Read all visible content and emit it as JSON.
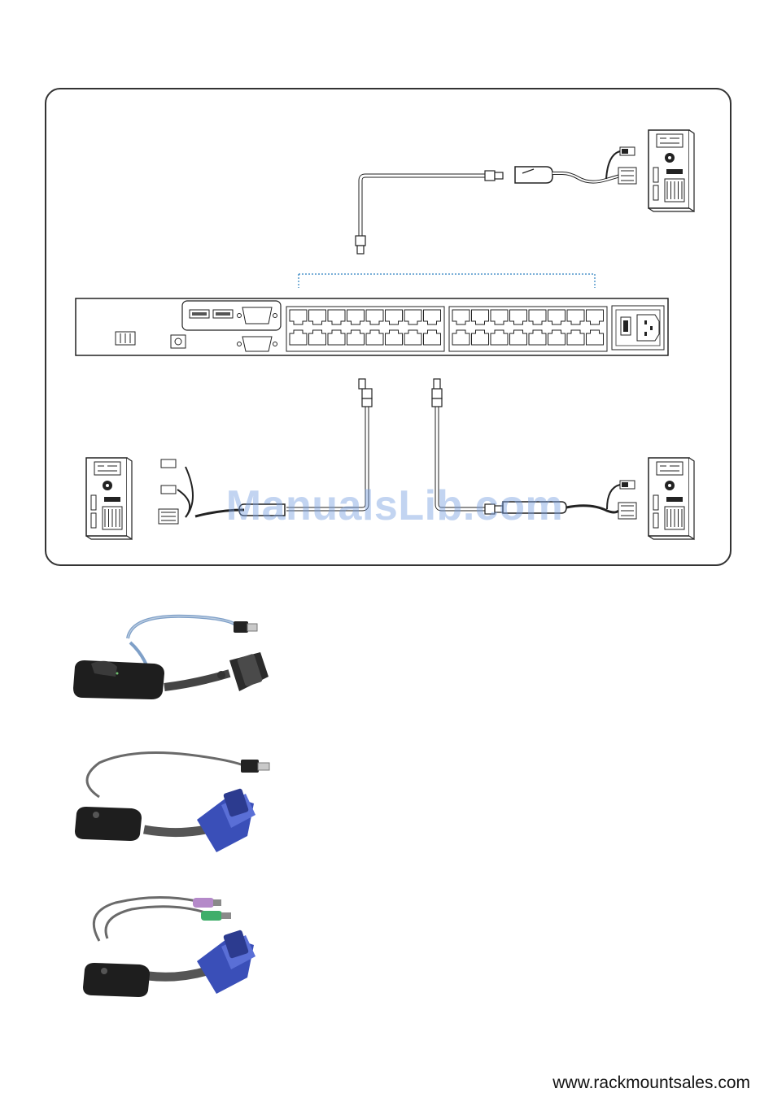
{
  "watermark": {
    "text": "ManualsLib.com"
  },
  "footer": {
    "website": "www.rackmountsales.com"
  },
  "diagram": {
    "component_names": [
      "kvm-switch",
      "usb-vga-dongle",
      "ps2-vga-dongle",
      "cat5-cable",
      "server-computer"
    ],
    "port_count": 32
  },
  "photos": [
    {
      "name": "usb-vga-dongle-photo",
      "cable_color": "#7fa0c8",
      "vga_color": "#2b2b2b"
    },
    {
      "name": "usb-vga-blue-dongle-photo",
      "cable_color": "#6a6a6a",
      "vga_color": "#3a4fb8"
    },
    {
      "name": "ps2-vga-dongle-photo",
      "cable_color": "#6a6a6a",
      "vga_color": "#3a4fb8",
      "ps2_colors": [
        "#b489c9",
        "#3fae6a"
      ]
    }
  ]
}
